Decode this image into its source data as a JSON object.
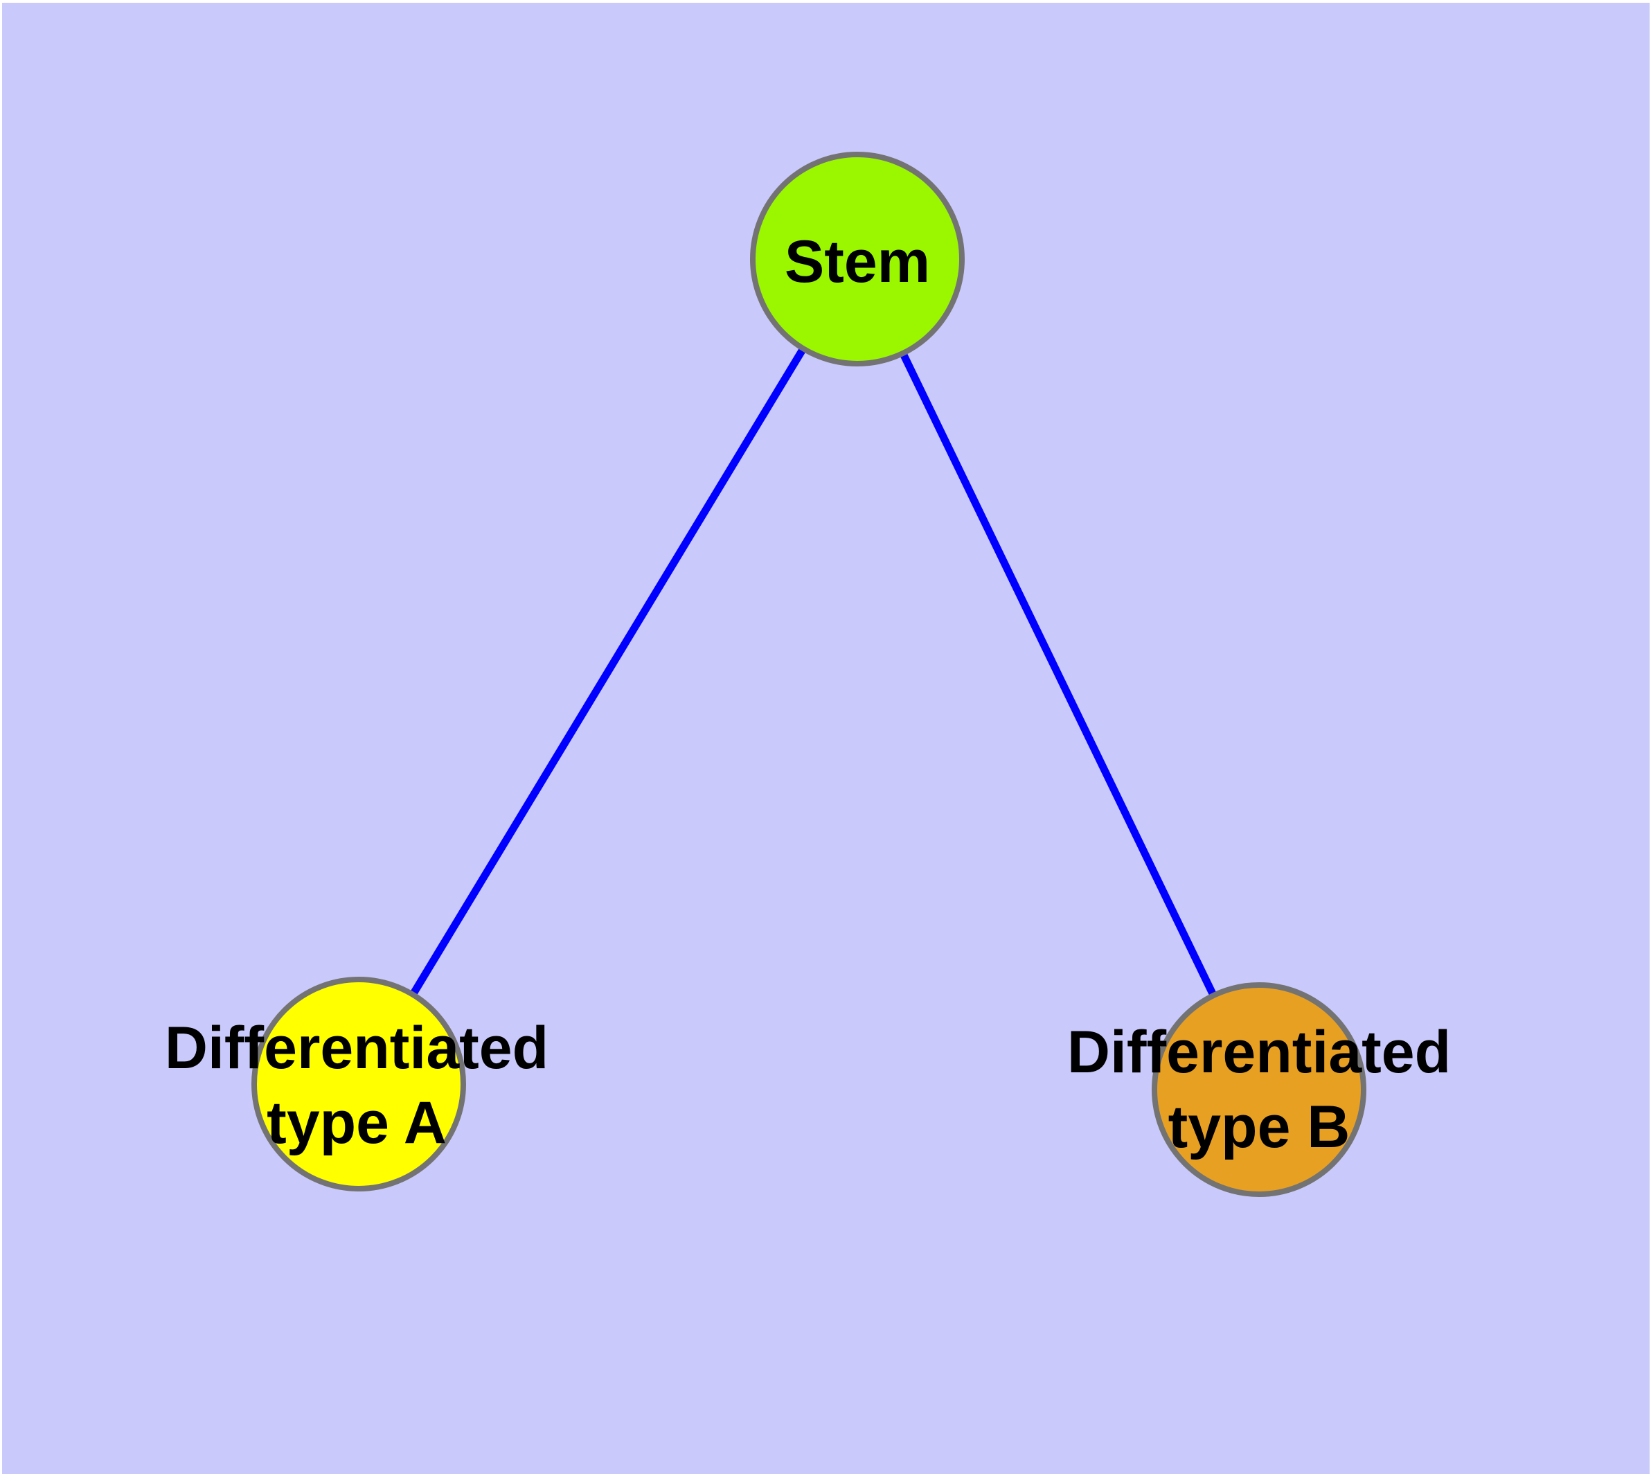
{
  "diagram": {
    "type": "graph",
    "background_color": "#C9C9FB",
    "page_margin_color": "#FFFFFF",
    "edge_color": "#0000FF",
    "node_border_color": "#737373",
    "label_color": "#000000",
    "nodes": [
      {
        "id": "stem",
        "label": "Stem",
        "color": "#9AF700"
      },
      {
        "id": "type-a",
        "label": "Differentiated\ntype A",
        "color": "#FFFF00"
      },
      {
        "id": "type-b",
        "label": "Differentiated\ntype B",
        "color": "#E8A023"
      }
    ],
    "edges": [
      {
        "from": "stem",
        "to": "type-a"
      },
      {
        "from": "stem",
        "to": "type-b"
      }
    ]
  }
}
